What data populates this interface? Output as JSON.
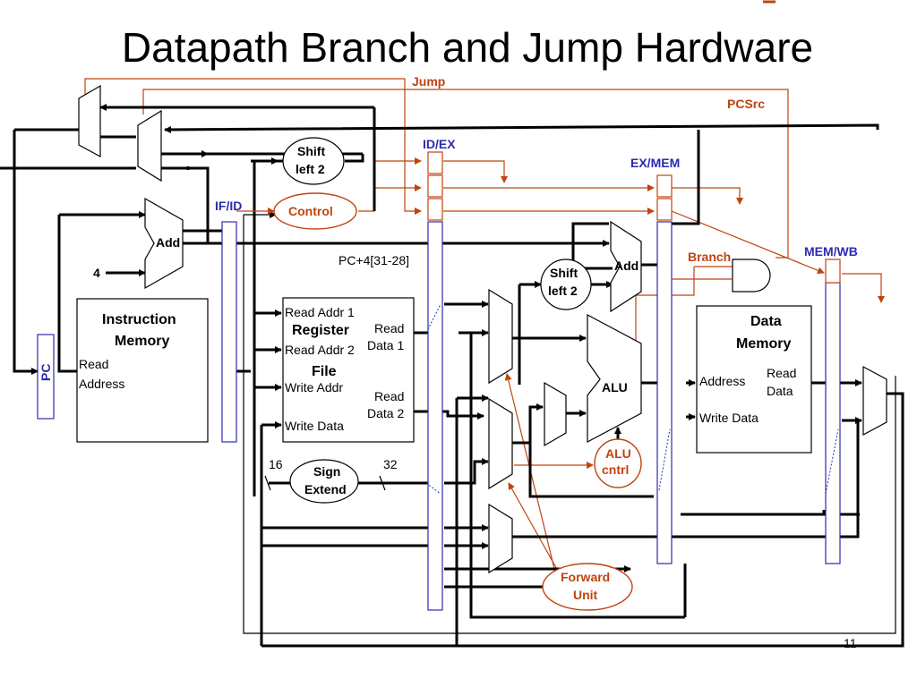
{
  "title": "Datapath Branch and Jump Hardware",
  "page_number": "11",
  "signals": {
    "jump": "Jump",
    "pcsrc": "PCSrc",
    "branch": "Branch",
    "pc4_bits": "PC+4[31-28]",
    "const_four": "4",
    "bits_16": "16",
    "bits_32": "32"
  },
  "pipeline_registers": {
    "if_id": "IF/ID",
    "id_ex": "ID/EX",
    "ex_mem": "EX/MEM",
    "mem_wb": "MEM/WB"
  },
  "blocks": {
    "pc": "PC",
    "instruction_memory": {
      "title_line1": "Instruction",
      "title_line2": "Memory",
      "read_line1": "Read",
      "read_line2": "Address"
    },
    "register_file": {
      "title_line1": "Register",
      "title_line2": "File",
      "read_addr1": "Read Addr 1",
      "read_addr2": "Read Addr 2",
      "write_addr": "Write Addr",
      "write_data": "Write Data",
      "read_data": "Read",
      "data1": "Data 1",
      "data2": "Data 2"
    },
    "data_memory": {
      "title_line1": "Data",
      "title_line2": "Memory",
      "address": "Address",
      "write_data": "Write Data",
      "read_line1": "Read",
      "read_line2": "Data"
    },
    "add_pc": "Add",
    "add_branch": "Add",
    "alu": "ALU",
    "shift_top": {
      "line1": "Shift",
      "line2": "left 2"
    },
    "shift_ex": {
      "line1": "Shift",
      "line2": "left 2"
    },
    "sign_extend": {
      "line1": "Sign",
      "line2": "Extend"
    },
    "control": "Control",
    "alu_control": {
      "line1": "ALU",
      "line2": "cntrl"
    },
    "forward_unit": {
      "line1": "Forward",
      "line2": "Unit"
    }
  }
}
